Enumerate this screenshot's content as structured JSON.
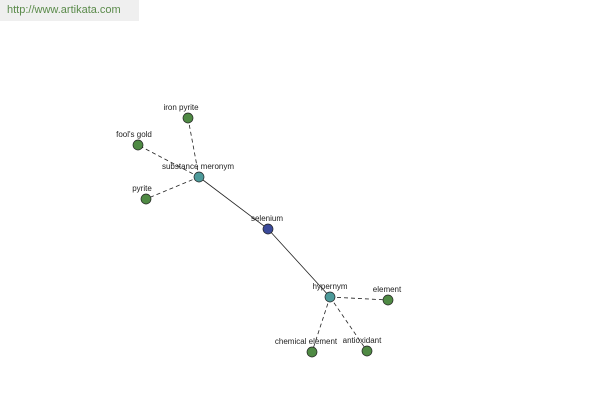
{
  "header": {
    "url": "http://www.artikata.com"
  },
  "colors": {
    "center": "#3b4a9a",
    "relation": "#4d9a9a",
    "leaf": "#4f8a44"
  },
  "graph": {
    "center": {
      "label": "selenium",
      "kind": "center"
    },
    "relations": [
      {
        "label": "substance meronym",
        "kind": "relation"
      },
      {
        "label": "hypernym",
        "kind": "relation"
      }
    ],
    "leaves": [
      {
        "label": "iron pyrite",
        "parent": "substance meronym"
      },
      {
        "label": "fool's gold",
        "parent": "substance meronym"
      },
      {
        "label": "pyrite",
        "parent": "substance meronym"
      },
      {
        "label": "element",
        "parent": "hypernym"
      },
      {
        "label": "chemical element",
        "parent": "hypernym"
      },
      {
        "label": "antioxidant",
        "parent": "hypernym"
      }
    ]
  }
}
